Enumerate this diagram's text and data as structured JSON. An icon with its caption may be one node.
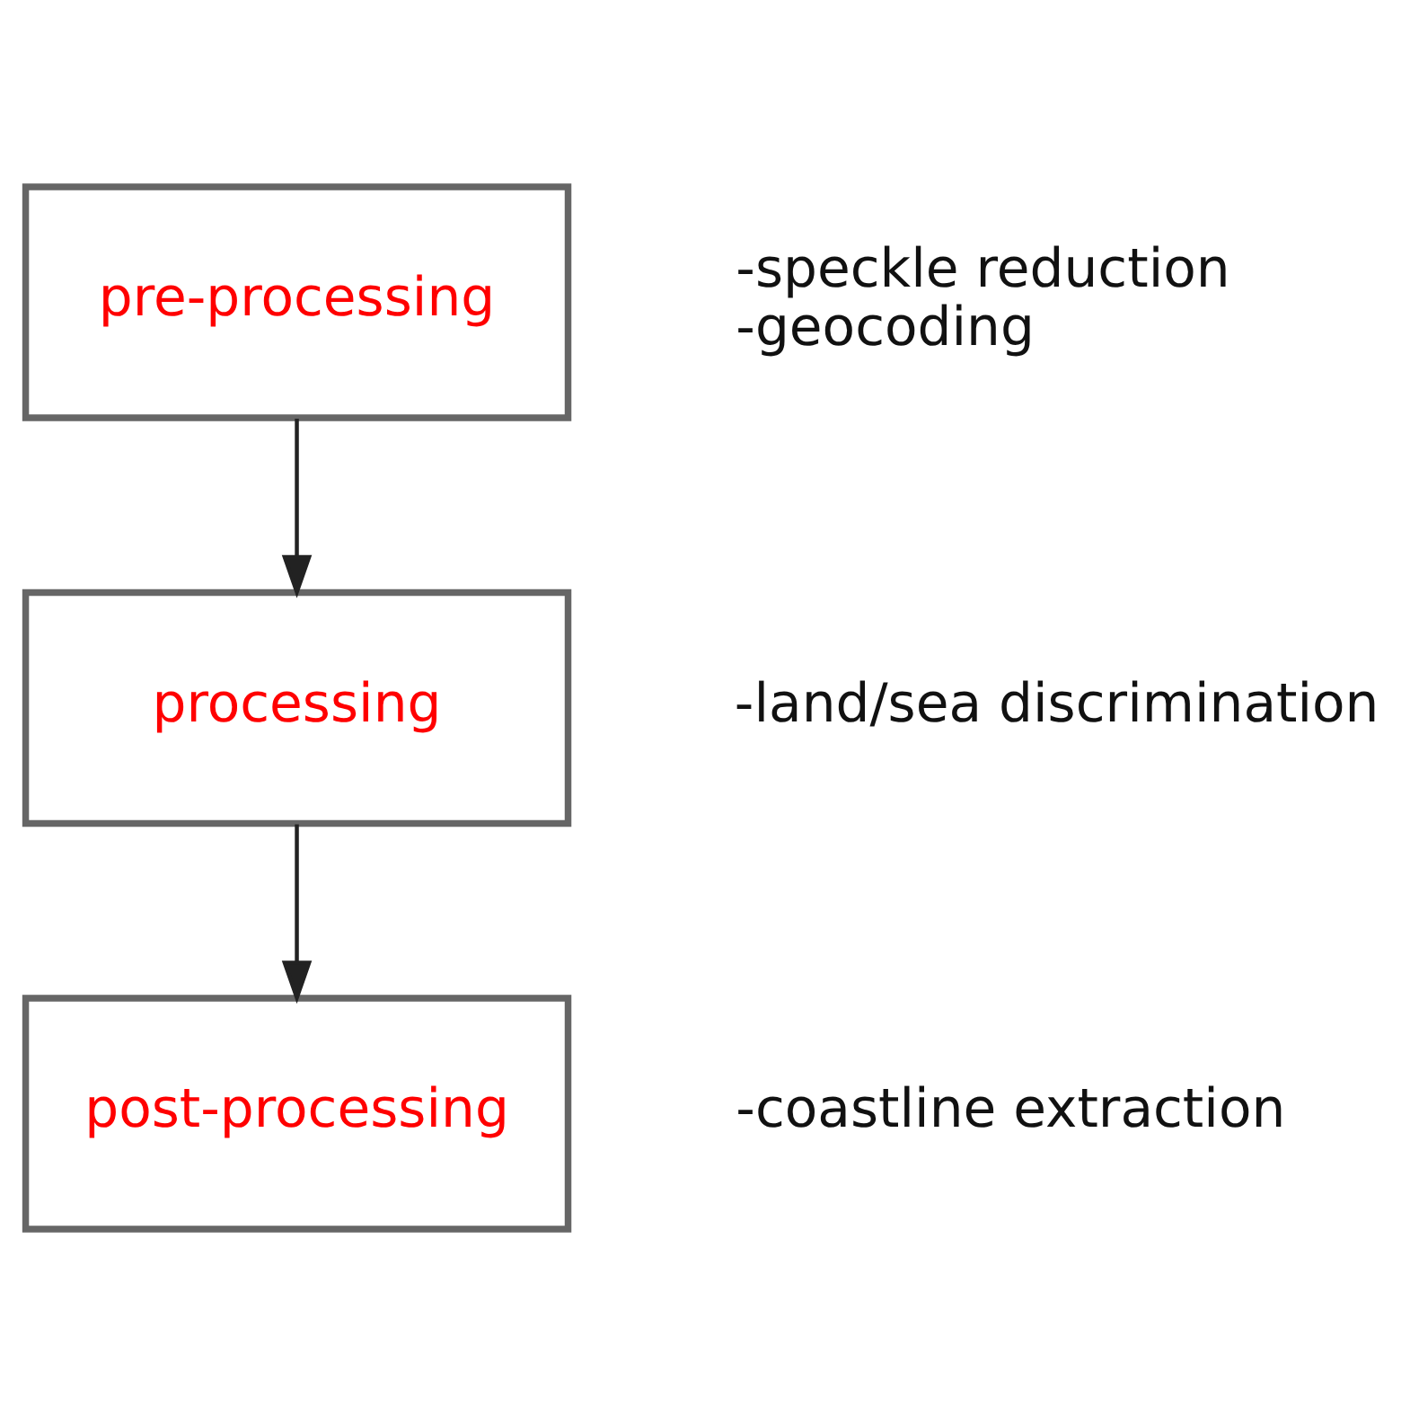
{
  "diagram": {
    "nodes": [
      {
        "text": [
          "pre-processing"
        ],
        "beside": [
          "-speckle reduction",
          "-geocoding"
        ]
      },
      {
        "text": [
          "processing"
        ],
        "beside": [
          "-land/sea discrimination"
        ]
      },
      {
        "text": [
          "post-processing"
        ],
        "beside": [
          "-coastline extraction"
        ]
      }
    ],
    "edges": [
      {
        "from": 0,
        "to": 1,
        "arrow": "to"
      },
      {
        "from": 1,
        "to": 2,
        "arrow": "to"
      }
    ]
  }
}
